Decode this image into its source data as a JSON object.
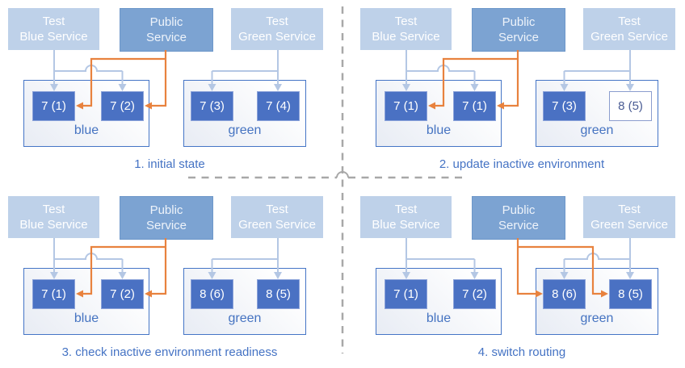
{
  "colors": {
    "accent_blue": "#4472c4",
    "service_light_fill": "#bed1e9",
    "service_dark_fill": "#7ca3d2",
    "pod_fill": "#4a71c3",
    "arrow_light_blue": "#b4c7e4",
    "arrow_orange": "#e8823e",
    "divider_gray": "#a8a8a8"
  },
  "services": {
    "test_blue": {
      "line1": "Test",
      "line2": "Blue Service"
    },
    "public": {
      "line1": "Public",
      "line2": "Service"
    },
    "test_green": {
      "line1": "Test",
      "line2": "Green Service"
    }
  },
  "panels": [
    {
      "caption": "1. initial state",
      "public_routes_to": "blue",
      "blue_env": {
        "label": "blue",
        "pods": [
          {
            "label": "7 (1)",
            "variant": "filled"
          },
          {
            "label": "7 (2)",
            "variant": "filled"
          }
        ]
      },
      "green_env": {
        "label": "green",
        "pods": [
          {
            "label": "7 (3)",
            "variant": "filled"
          },
          {
            "label": "7 (4)",
            "variant": "filled"
          }
        ]
      }
    },
    {
      "caption": "2. update inactive environment",
      "public_routes_to": "blue",
      "blue_env": {
        "label": "blue",
        "pods": [
          {
            "label": "7 (1)",
            "variant": "filled"
          },
          {
            "label": "7 (1)",
            "variant": "filled"
          }
        ]
      },
      "green_env": {
        "label": "green",
        "pods": [
          {
            "label": "7 (3)",
            "variant": "filled"
          },
          {
            "label": "8 (5)",
            "variant": "outline"
          }
        ]
      }
    },
    {
      "caption": "3. check inactive environment readiness",
      "public_routes_to": "blue",
      "blue_env": {
        "label": "blue",
        "pods": [
          {
            "label": "7 (1)",
            "variant": "filled"
          },
          {
            "label": "7 (2)",
            "variant": "filled"
          }
        ]
      },
      "green_env": {
        "label": "green",
        "pods": [
          {
            "label": "8 (6)",
            "variant": "filled"
          },
          {
            "label": "8 (5)",
            "variant": "filled"
          }
        ]
      }
    },
    {
      "caption": "4. switch routing",
      "public_routes_to": "green",
      "blue_env": {
        "label": "blue",
        "pods": [
          {
            "label": "7 (1)",
            "variant": "filled"
          },
          {
            "label": "7 (2)",
            "variant": "filled"
          }
        ]
      },
      "green_env": {
        "label": "green",
        "pods": [
          {
            "label": "8 (6)",
            "variant": "filled"
          },
          {
            "label": "8 (5)",
            "variant": "filled"
          }
        ]
      }
    }
  ]
}
